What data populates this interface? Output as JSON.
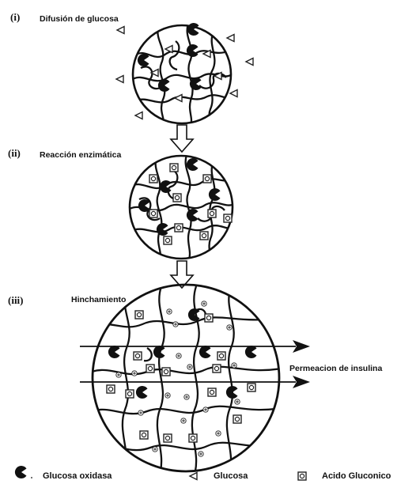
{
  "steps": [
    {
      "num": "(i)",
      "label": "Difusión de glucosa"
    },
    {
      "num": "(ii)",
      "label": "Reacción enzimática"
    },
    {
      "num": "(iii)",
      "label": "Hinchamiento"
    }
  ],
  "permeation_label": "Permeacion de insulina",
  "legend": {
    "enzyme": "Glucosa oxidasa",
    "glucose": "Glucosa",
    "acid": "Acido Gluconico"
  }
}
